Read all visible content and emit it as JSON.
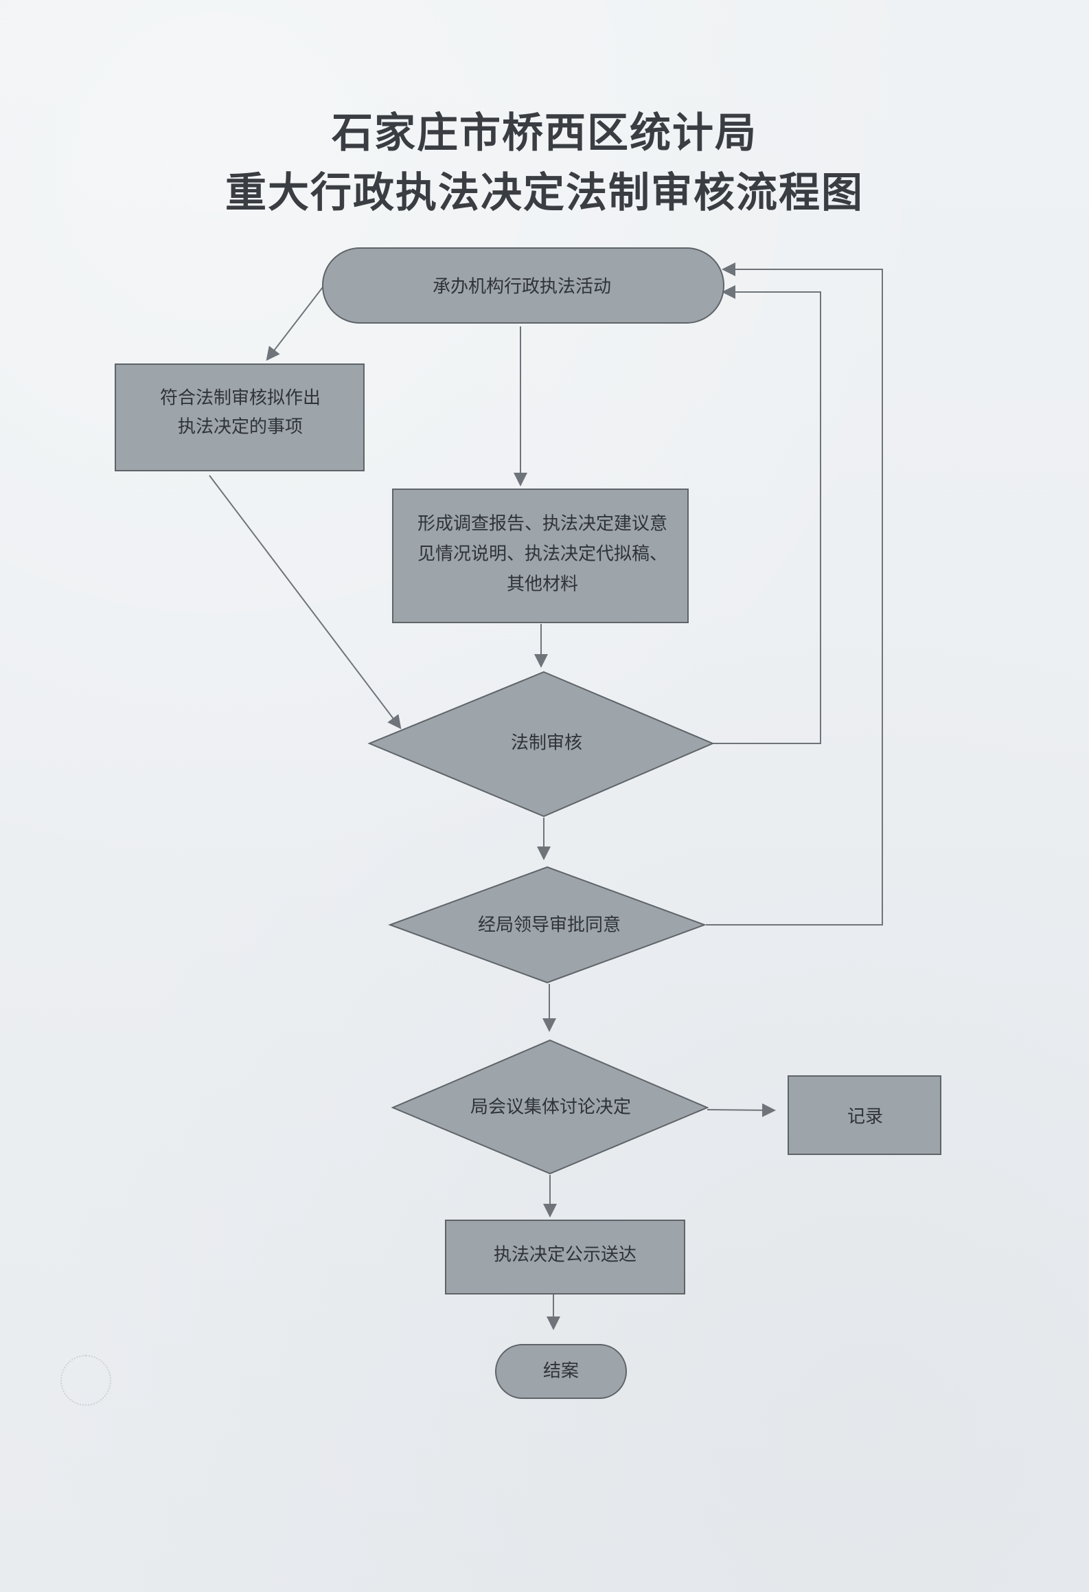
{
  "title": {
    "line1": "石家庄市桥西区统计局",
    "line2": "重大行政执法决定法制审核流程图"
  },
  "nodes": {
    "start": "承办机构行政执法活动",
    "eligible_lines": [
      "符合法制审核拟作出",
      "执法决定的事项"
    ],
    "materials_lines": [
      "形成调查报告、执法决定建议意",
      "见情况说明、执法决定代拟稿、",
      "其他材料"
    ],
    "legal_review": "法制审核",
    "leader_approval": "经局领导审批同意",
    "meeting_decision": "局会议集体讨论决定",
    "record": "记录",
    "publish": "执法决定公示送达",
    "end": "结案"
  },
  "colors": {
    "shape_fill": "#9da4aa",
    "shape_stroke": "#5e6469",
    "arrow": "#6e7479",
    "title_text": "#3a3d42",
    "node_text": "#2f3338"
  }
}
